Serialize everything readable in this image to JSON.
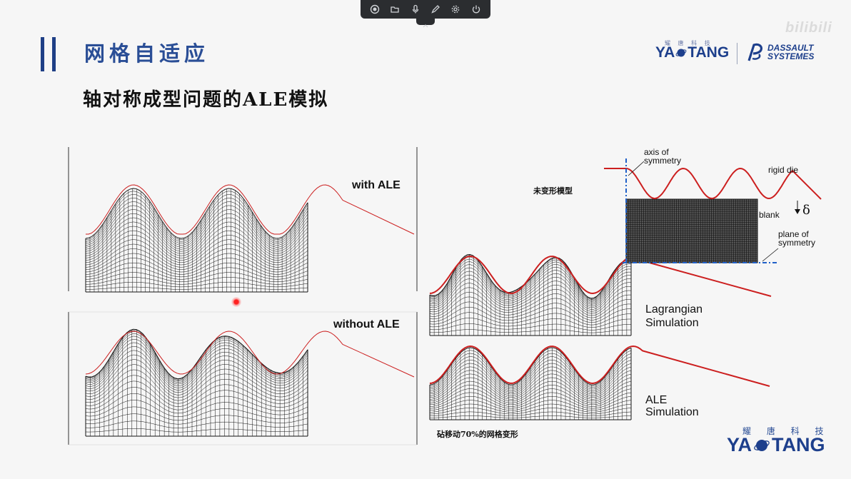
{
  "toolbar": {
    "icons": [
      "record-icon",
      "folder-icon",
      "microphone-icon",
      "pen-icon",
      "settings-icon",
      "power-icon"
    ]
  },
  "slide": {
    "title": "网格自适应",
    "subtitle": "轴对称成型问题的ALE模拟"
  },
  "logos": {
    "yaotang_small_cn": "耀 唐 科 技",
    "yaotang_left": "YA",
    "yaotang_right": "TANG",
    "dassault_line1": "DASSAULT",
    "dassault_line2": "SYSTEMES",
    "watermark": "bilibili",
    "yaotang_big_cn": "耀 唐 科 技"
  },
  "figures": {
    "left_top_label": "with ALE",
    "left_bottom_label": "without ALE",
    "undeformed_label": "未变形模型",
    "axis_label_1": "axis of",
    "axis_label_2": "symmetry",
    "rigid_die_label": "rigid die",
    "blank_label": "blank",
    "delta_label": "δ",
    "plane_label_1": "plane of",
    "plane_label_2": "symmetry",
    "lagrangian_1": "Lagrangian",
    "lagrangian_2": "Simulation",
    "ale_1": "ALE",
    "ale_2": "Simulation",
    "caption": "砧移动70%的网格变形"
  },
  "colors": {
    "title_blue": "#2a4e96",
    "bar_blue": "#1f3f86",
    "die_red": "#cc1f1f",
    "logo_blue": "#1d3f8c"
  }
}
